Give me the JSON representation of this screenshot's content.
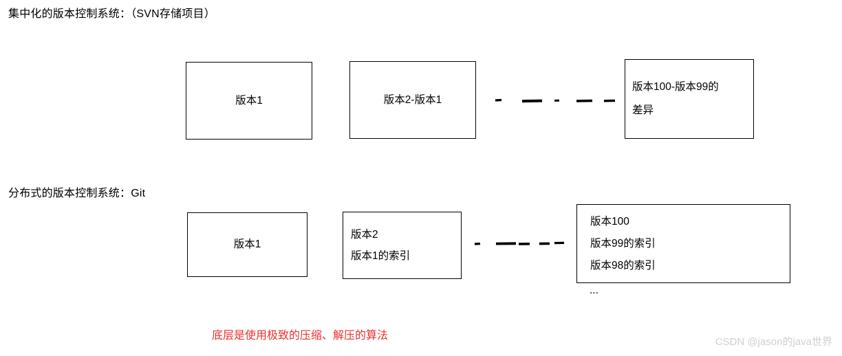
{
  "diagram": {
    "sections": [
      {
        "id": "svn",
        "title": "集中化的版本控制系统：（SVN存储项目）",
        "boxes": [
          {
            "id": "svn-box-1",
            "align": "center",
            "lines": [
              "版本1"
            ]
          },
          {
            "id": "svn-box-2",
            "align": "center",
            "lines": [
              "版本2-版本1"
            ]
          },
          {
            "id": "svn-box-3",
            "align": "left",
            "lines": [
              "版本100-版本99的",
              "差异"
            ]
          }
        ],
        "connector": {
          "style": "hand-drawn-dashed",
          "color": "#000000"
        }
      },
      {
        "id": "git",
        "title": "分布式的版本控制系统：Git",
        "boxes": [
          {
            "id": "git-box-1",
            "align": "center",
            "lines": [
              "版本1"
            ]
          },
          {
            "id": "git-box-2",
            "align": "left",
            "lines": [
              "版本2",
              "版本1的索引"
            ]
          },
          {
            "id": "git-box-3",
            "align": "left",
            "lines": [
              "版本100",
              "版本99的索引",
              "版本98的索引"
            ]
          }
        ],
        "overflow_marker": "...",
        "connector": {
          "style": "hand-drawn-dashed",
          "color": "#000000"
        }
      }
    ],
    "note": {
      "text": "底层是使用极致的压缩、解压的算法",
      "color": "#e8312f"
    },
    "watermark": {
      "text": "CSDN @jason的java世界",
      "color": "#d0d0d0"
    }
  }
}
